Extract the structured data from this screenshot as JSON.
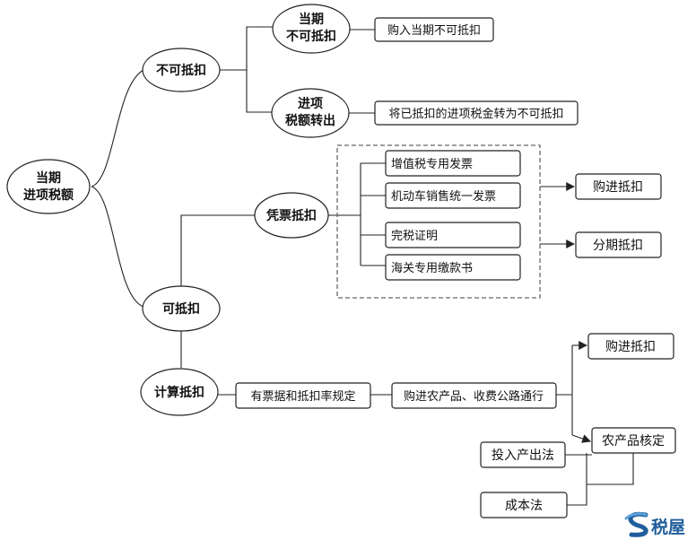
{
  "nodes": {
    "root": [
      "当期",
      "进项税额"
    ],
    "nondeductible": [
      "不可抵扣"
    ],
    "current_nd": [
      "当期",
      "不可抵扣"
    ],
    "transfer_out": [
      "进项",
      "税额转出"
    ],
    "deductible": [
      "可抵扣"
    ],
    "invoice_deduct": [
      "凭票抵扣"
    ],
    "calc_deduct": [
      "计算抵扣"
    ]
  },
  "boxes": {
    "purchase_nd": "购入当期不可抵扣",
    "transfer_desc": "将已抵扣的进项税金转为不可抵扣",
    "vat_invoice": "增值税专用发票",
    "vehicle_invoice": "机动车销售统一发票",
    "tax_cert": "完税证明",
    "customs_book": "海关专用缴款书",
    "purchase_deduct_1": "购进抵扣",
    "installment": "分期抵扣",
    "has_invoice_rate": "有票据和抵扣率规定",
    "agri_toll": "购进农产品、收费公路通行",
    "purchase_deduct_2": "购进抵扣",
    "agri_verify": "农产品核定",
    "input_output": "投入产出法",
    "cost_method": "成本法"
  },
  "logo": {
    "text": "税屋",
    "icon": "swoosh-s-logo-icon",
    "color": "#1f5d9c"
  }
}
